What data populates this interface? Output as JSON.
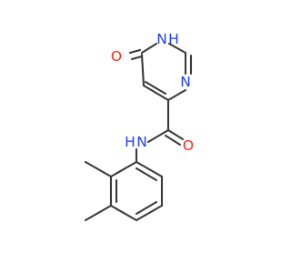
{
  "molecule": {
    "atom_labels": {
      "hydroxyl_o": "O",
      "ring_nh": "N",
      "ring_nh_h": "H",
      "ring_n": "N",
      "amide_nh": "N",
      "amide_nh_h": "H",
      "carbonyl_o": "O"
    },
    "colors": {
      "bond": "#3a3a3a",
      "oxygen": "#ff2a1a",
      "nitrogen": "#1f3cff",
      "background": "#ffffff"
    }
  }
}
